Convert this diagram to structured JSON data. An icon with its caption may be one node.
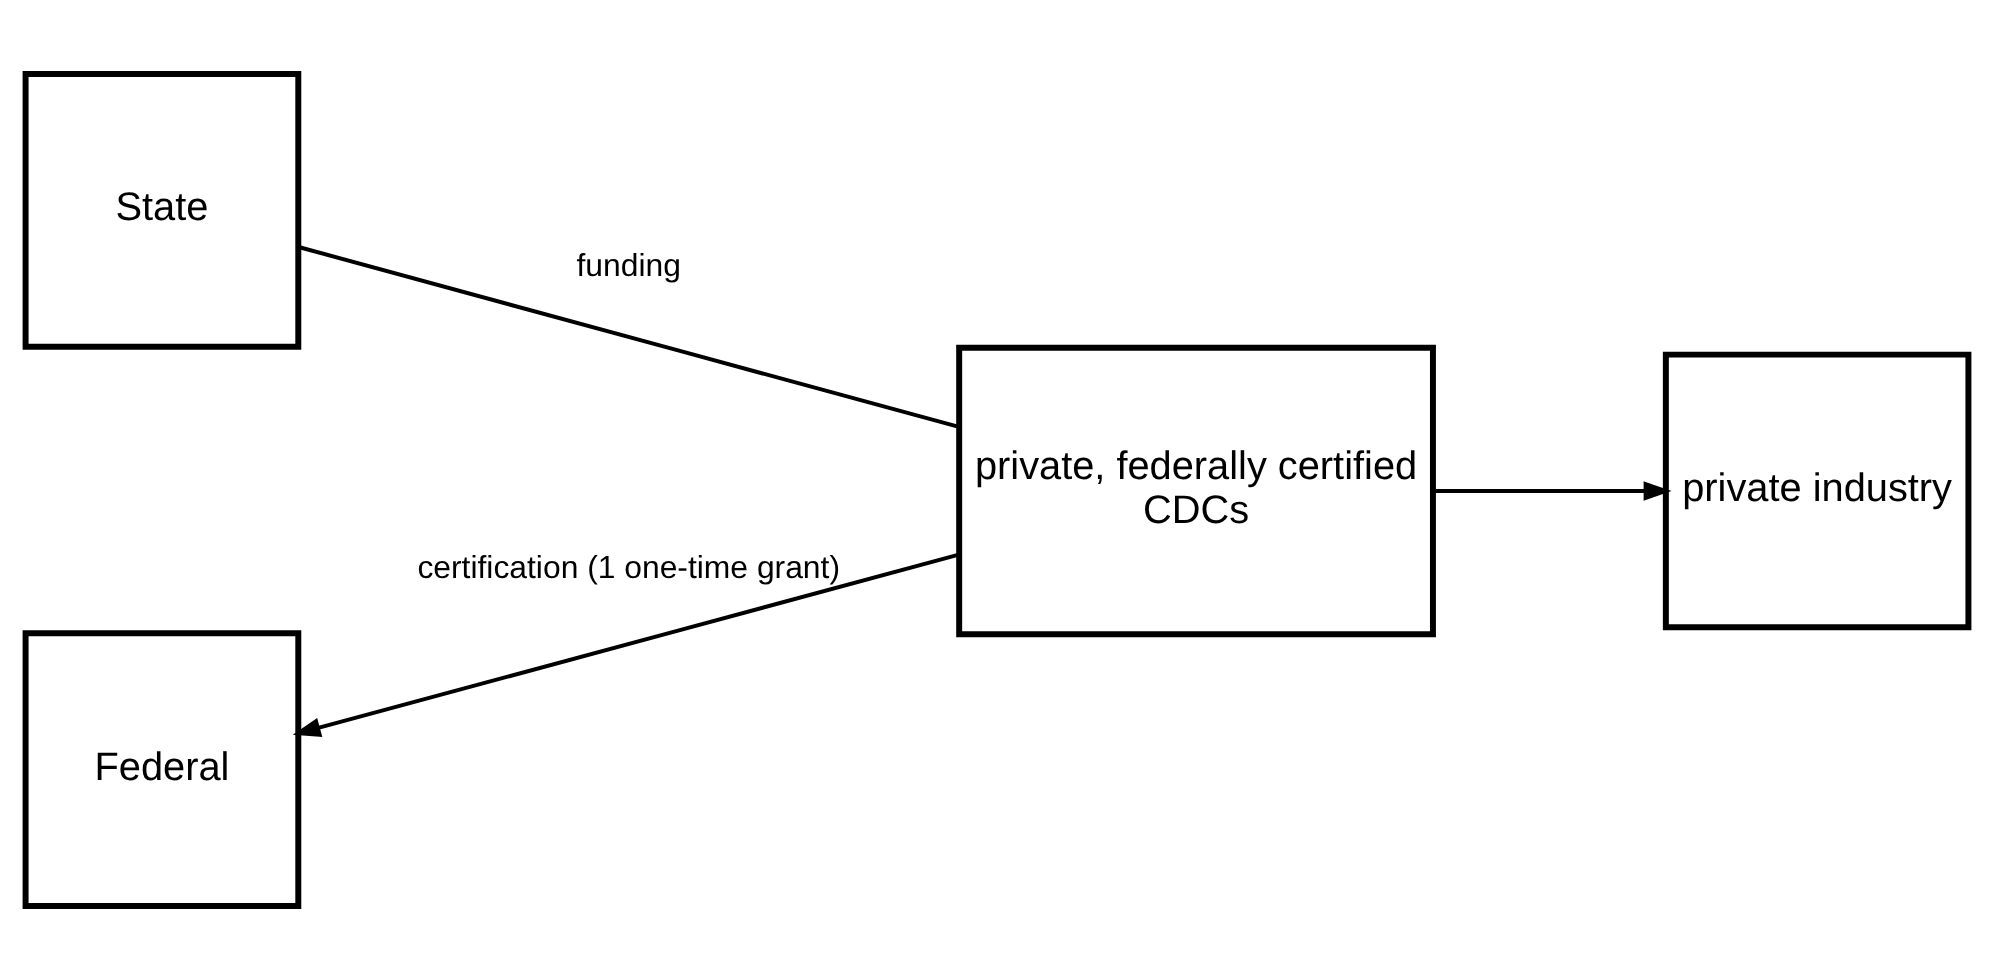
{
  "diagram": {
    "nodes": [
      {
        "text": [
          "State"
        ]
      },
      {
        "text": [
          "Federal"
        ]
      },
      {
        "text": [
          "private, federally certified",
          "CDCs"
        ]
      },
      {
        "text": [
          "private industry"
        ]
      }
    ],
    "edges": [
      {
        "from": 0,
        "to": 2,
        "arrow": "none",
        "label": "funding"
      },
      {
        "from": 2,
        "to": 1,
        "arrow": "to",
        "label": "certification (1 one-time grant)"
      },
      {
        "from": 2,
        "to": 3,
        "arrow": "to"
      }
    ]
  }
}
